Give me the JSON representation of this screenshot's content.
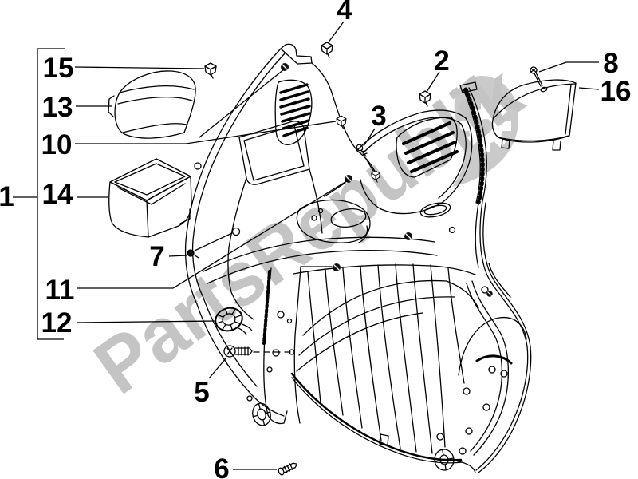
{
  "colors": {
    "background": "#ffffff",
    "line_ink": "#000000",
    "watermark_text_gray": "#c4c4c4",
    "watermark_logo_gray": "#cacaca"
  },
  "watermark": {
    "text": "PartsRepublik",
    "logo": "gear-droplet-icon"
  },
  "diagram": {
    "callouts": [
      {
        "number": "1"
      },
      {
        "number": "2"
      },
      {
        "number": "3"
      },
      {
        "number": "4"
      },
      {
        "number": "5"
      },
      {
        "number": "6"
      },
      {
        "number": "7"
      },
      {
        "number": "8"
      },
      {
        "number": "10"
      },
      {
        "number": "11"
      },
      {
        "number": "12"
      },
      {
        "number": "13"
      },
      {
        "number": "14"
      },
      {
        "number": "15"
      },
      {
        "number": "16"
      }
    ]
  }
}
